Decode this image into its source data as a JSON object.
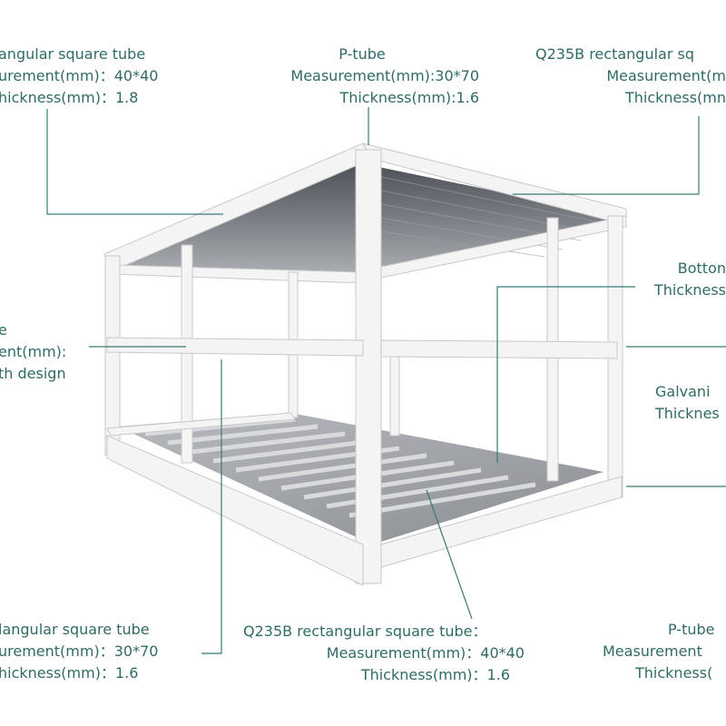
{
  "annotations": {
    "top_left": {
      "line1": "angular square tube",
      "line2": "urement(mm)：40*40",
      "line3": "hickness(mm)：1.8"
    },
    "top_center": {
      "line1": "P-tube",
      "line2": "Measurement(mm):30*70",
      "line3": "Thickness(mm):1.6"
    },
    "top_right": {
      "line1": "Q235B rectangular sq",
      "line2": "Measurement(m",
      "line3": "Thickness(mn"
    },
    "mid_left": {
      "line1": "e",
      "line2": "ent(mm):",
      "line3": "th design"
    },
    "right_bottom": {
      "line1": "Botton",
      "line2": "Thickness"
    },
    "right_galv": {
      "line1": "Galvani",
      "line2": "Thicknes"
    },
    "bottom_left": {
      "line1": "langular square tube",
      "line2": "urement(mm)：30*70",
      "line3": "hickness(mm)：1.6"
    },
    "bottom_center": {
      "line1": "Q235B rectangular square tube：",
      "line2": "Measurement(mm)：40*40",
      "line3": "Thickness(mm)：1.6"
    },
    "bottom_right": {
      "line1": "P-tube",
      "line2": "Measurement",
      "line3": "Thickness("
    }
  },
  "colors": {
    "label_text": "#2f6b66",
    "leader_line": "#3a7a74",
    "frame": "#f4f4f4",
    "frame_edge": "#c8c8c8",
    "ceiling": "#5c5f64",
    "floor_slat": "#8e9196",
    "floor_gap": "#c9cbce"
  }
}
